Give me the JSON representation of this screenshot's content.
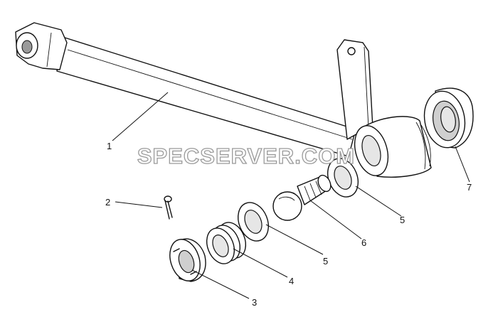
{
  "watermark": "SPECSERVER.COM",
  "callouts": [
    {
      "id": "part-1",
      "label": "1"
    },
    {
      "id": "part-2",
      "label": "2"
    },
    {
      "id": "part-3",
      "label": "3"
    },
    {
      "id": "part-4",
      "label": "4"
    },
    {
      "id": "part-5a",
      "label": "5"
    },
    {
      "id": "part-5b",
      "label": "5"
    },
    {
      "id": "part-6",
      "label": "6"
    },
    {
      "id": "part-7",
      "label": "7"
    }
  ]
}
